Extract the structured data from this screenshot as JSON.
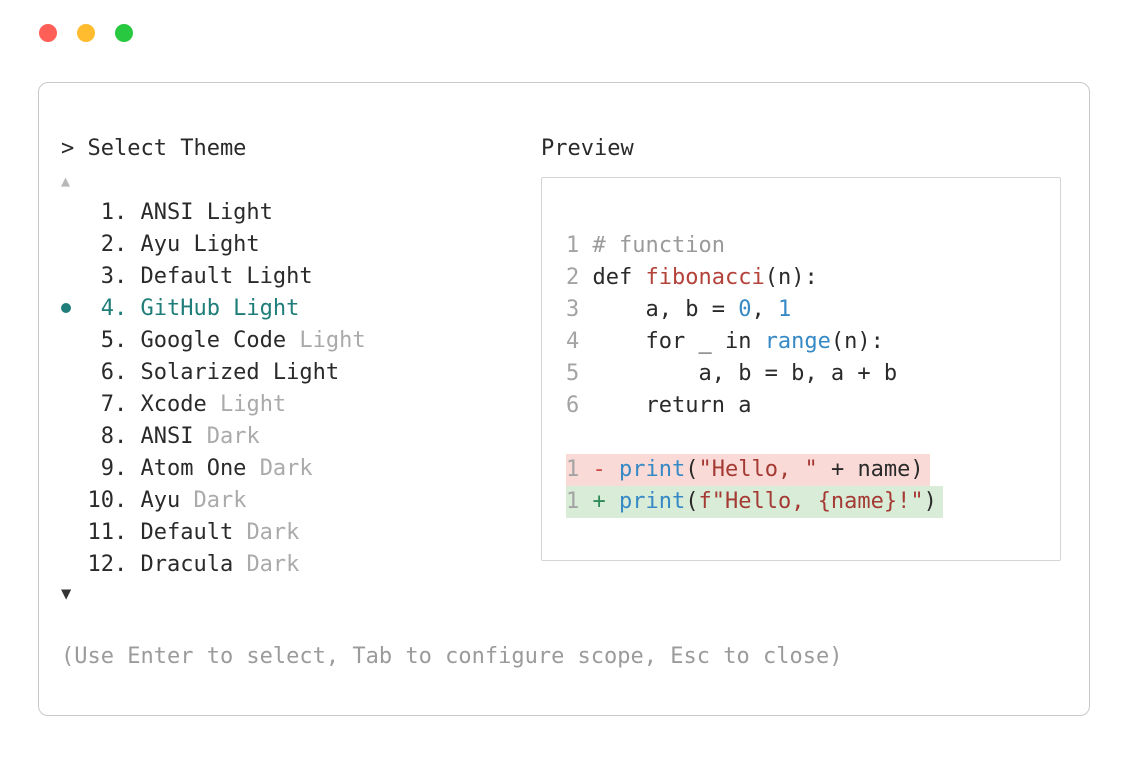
{
  "colors": {
    "accent": "#1f7d7a",
    "text": "#2a2a2a",
    "dim": "#aaaaaa",
    "hint": "#9b9b9b",
    "border": "#c9c9c9",
    "preview-border": "#d4d4d4",
    "line-number": "#a3a3a3",
    "comment": "#9a9a9a",
    "code-blue": "#3689c5",
    "code-red": "#b3423a",
    "code-string": "#a53a35",
    "diff-minus": "#cc4b42",
    "diff-plus": "#2e8b57",
    "removed-bg": "#f9dad6",
    "added-bg": "#d8ecd8",
    "traffic-red": "#ff5f57",
    "traffic-yellow": "#febc2e",
    "traffic-green": "#28c840",
    "scroll-up": "#b8b8b8",
    "scroll-down": "#333333"
  },
  "picker": {
    "title": "> Select Theme",
    "scroll_up": "▲",
    "scroll_down": "▼",
    "hint": "(Use Enter to select, Tab to configure scope, Esc to close)",
    "items": [
      {
        "num": " 1.",
        "name": "ANSI Light",
        "dim": "",
        "selected": false
      },
      {
        "num": " 2.",
        "name": "Ayu Light",
        "dim": "",
        "selected": false
      },
      {
        "num": " 3.",
        "name": "Default Light",
        "dim": "",
        "selected": false
      },
      {
        "num": " 4.",
        "name": "GitHub Light",
        "dim": "",
        "selected": true
      },
      {
        "num": " 5.",
        "name": "Google Code ",
        "dim": "Light",
        "selected": false
      },
      {
        "num": " 6.",
        "name": "Solarized Light",
        "dim": "",
        "selected": false
      },
      {
        "num": " 7.",
        "name": "Xcode ",
        "dim": "Light",
        "selected": false
      },
      {
        "num": " 8.",
        "name": "ANSI ",
        "dim": "Dark",
        "selected": false
      },
      {
        "num": " 9.",
        "name": "Atom One ",
        "dim": "Dark",
        "selected": false
      },
      {
        "num": "10.",
        "name": "Ayu ",
        "dim": "Dark",
        "selected": false
      },
      {
        "num": "11.",
        "name": "Default ",
        "dim": "Dark",
        "selected": false
      },
      {
        "num": "12.",
        "name": "Dracula ",
        "dim": "Dark",
        "selected": false
      }
    ]
  },
  "preview": {
    "label": "Preview",
    "lines": [
      {
        "bg": "",
        "tokens": [
          [
            "1 ",
            "ln"
          ],
          [
            "# function",
            "comment"
          ]
        ]
      },
      {
        "bg": "",
        "tokens": [
          [
            "2 ",
            "ln"
          ],
          [
            "def ",
            "plain"
          ],
          [
            "fibonacci",
            "red"
          ],
          [
            "(n):",
            "plain"
          ]
        ]
      },
      {
        "bg": "",
        "tokens": [
          [
            "3 ",
            "ln"
          ],
          [
            "    a, b = ",
            "plain"
          ],
          [
            "0",
            "blue"
          ],
          [
            ", ",
            "plain"
          ],
          [
            "1",
            "blue"
          ]
        ]
      },
      {
        "bg": "",
        "tokens": [
          [
            "4 ",
            "ln"
          ],
          [
            "    for _ in ",
            "plain"
          ],
          [
            "range",
            "blue"
          ],
          [
            "(n):",
            "plain"
          ]
        ]
      },
      {
        "bg": "",
        "tokens": [
          [
            "5 ",
            "ln"
          ],
          [
            "        a, b = b, a + b",
            "plain"
          ]
        ]
      },
      {
        "bg": "",
        "tokens": [
          [
            "6 ",
            "ln"
          ],
          [
            "    return a",
            "plain"
          ]
        ]
      },
      {
        "bg": "",
        "tokens": []
      },
      {
        "bg": "removed",
        "tokens": [
          [
            "1 ",
            "ln"
          ],
          [
            "- ",
            "minus"
          ],
          [
            "print",
            "blue"
          ],
          [
            "(",
            "plain"
          ],
          [
            "\"Hello, \"",
            "string"
          ],
          [
            " + name)",
            "plain"
          ]
        ]
      },
      {
        "bg": "added",
        "tokens": [
          [
            "1 ",
            "ln"
          ],
          [
            "+ ",
            "plus"
          ],
          [
            "print",
            "blue"
          ],
          [
            "(",
            "plain"
          ],
          [
            "f\"Hello, {name}!\"",
            "string"
          ],
          [
            ")",
            "plain"
          ]
        ]
      }
    ]
  }
}
